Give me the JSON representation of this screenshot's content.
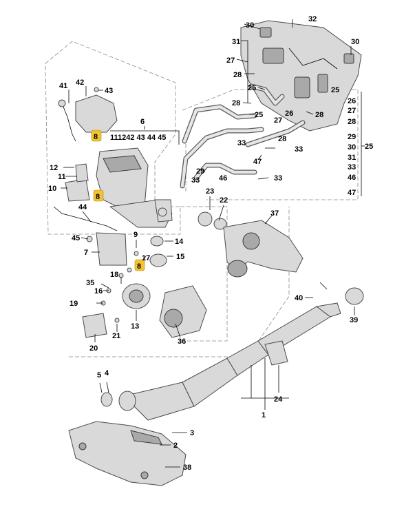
{
  "callouts": {
    "c1": "1",
    "c2": "2",
    "c3": "3",
    "c4": "4",
    "c5": "5",
    "c6": "6",
    "c7": "7",
    "c8a": "8",
    "c8b": "8",
    "c8c": "8",
    "c9": "9",
    "c10": "10",
    "c11": "11",
    "c12": "12",
    "c13": "13",
    "c14": "14",
    "c15": "15",
    "c16": "16",
    "c17": "17",
    "c18": "18",
    "c19": "19",
    "c20": "20",
    "c21": "21",
    "c22": "22",
    "c23": "23",
    "c24": "24",
    "c25a": "25",
    "c25b": "25",
    "c25c": "25",
    "c26a": "26",
    "c26b": "26",
    "c27a": "27",
    "c27b": "27",
    "c27c": "27",
    "c28a": "28",
    "c28b": "28",
    "c28c": "28",
    "c28d": "28",
    "c28e": "28",
    "c29a": "29",
    "c29b": "29",
    "c30a": "30",
    "c30b": "30",
    "c30c": "30",
    "c31a": "31",
    "c31b": "31",
    "c32": "32",
    "c33a": "33",
    "c33b": "33",
    "c33c": "33",
    "c33d": "33",
    "c33e": "33",
    "c35": "35",
    "c36": "36",
    "c37": "37",
    "c38": "38",
    "c39": "39",
    "c40": "40",
    "c41": "41",
    "c42": "42",
    "c43": "43",
    "c44": "44",
    "c45": "45",
    "c46a": "46",
    "c46b": "46",
    "c47a": "47",
    "c47b": "47",
    "group6": "111242 43 44 45",
    "rightlist": [
      "26",
      "27",
      "28",
      "29",
      "30",
      "31",
      "33",
      "46",
      "47"
    ]
  },
  "colors": {
    "highlight": "#f2c230",
    "parts": "#d9d9d9",
    "outline": "#4a4a4a"
  }
}
